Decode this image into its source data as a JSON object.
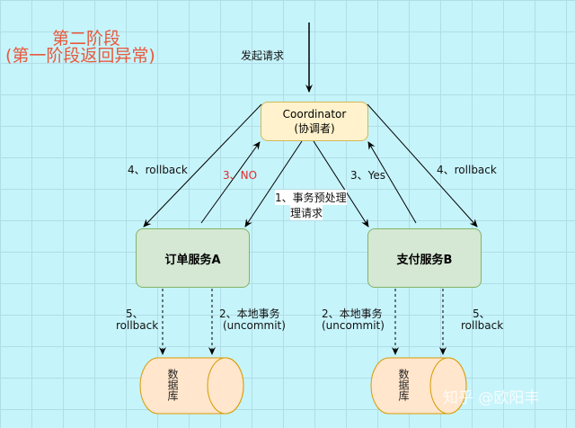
{
  "title": {
    "line1": "第二阶段",
    "line2": "(第一阶段返回异常)"
  },
  "request_label": "发起请求",
  "coordinator": {
    "line1": "Coordinator",
    "line2": "(协调者)"
  },
  "service_a": "订单服务A",
  "service_b": "支付服务B",
  "database_label": "数据库",
  "edges": {
    "rollback_left": "4、rollback",
    "no": "3、NO",
    "prepare_line1": "1、事务预处理",
    "prepare_line2": "理请求",
    "yes": "3、Yes",
    "rollback_right": "4、rollback",
    "a_rollback_line1": "5、",
    "a_rollback_line2": "rollback",
    "a_local_line1": "2、本地事务",
    "a_local_line2": "(uncommit)",
    "b_local_line1": "2、本地事务",
    "b_local_line2": "(uncommit)",
    "b_rollback_line1": "5、",
    "b_rollback_line2": "rollback"
  },
  "watermark": "知乎 @欧阳丰",
  "colors": {
    "title": "#e8593c",
    "no_label": "#e02b2b",
    "coordinator": "#fff2cc",
    "service": "#d5e8d4",
    "database": "#ffe6cc"
  }
}
